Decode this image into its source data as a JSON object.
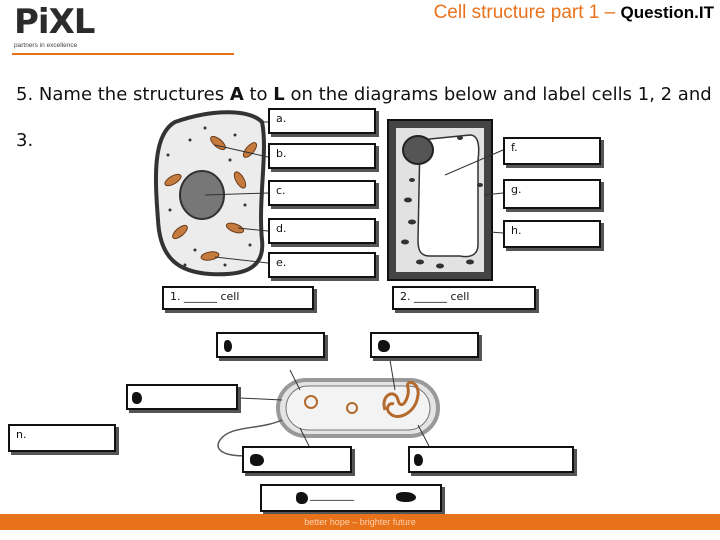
{
  "header": {
    "logo_text": "PiXL",
    "logo_subtitle": "partners in excellence",
    "title": "Cell structure part 1 –",
    "title_suffix": "Question.IT"
  },
  "question": {
    "number": "5.",
    "text_before": "Name the structures",
    "letter_a": "A",
    "to_word": "to",
    "letter_l": "L",
    "text_after": "on the diagrams below and label cells 1, 2 and 3."
  },
  "labels": {
    "a": "a.",
    "b": "b.",
    "c": "c.",
    "d": "d.",
    "e": "e.",
    "f": "f.",
    "g": "g.",
    "h": "h.",
    "cell1": "1. ______ cell",
    "cell2": "2. ______ cell",
    "n": "n.",
    "blank_line": "________"
  },
  "footer": {
    "text": "better hope – brighter future"
  },
  "colors": {
    "accent": "#e8711c"
  }
}
